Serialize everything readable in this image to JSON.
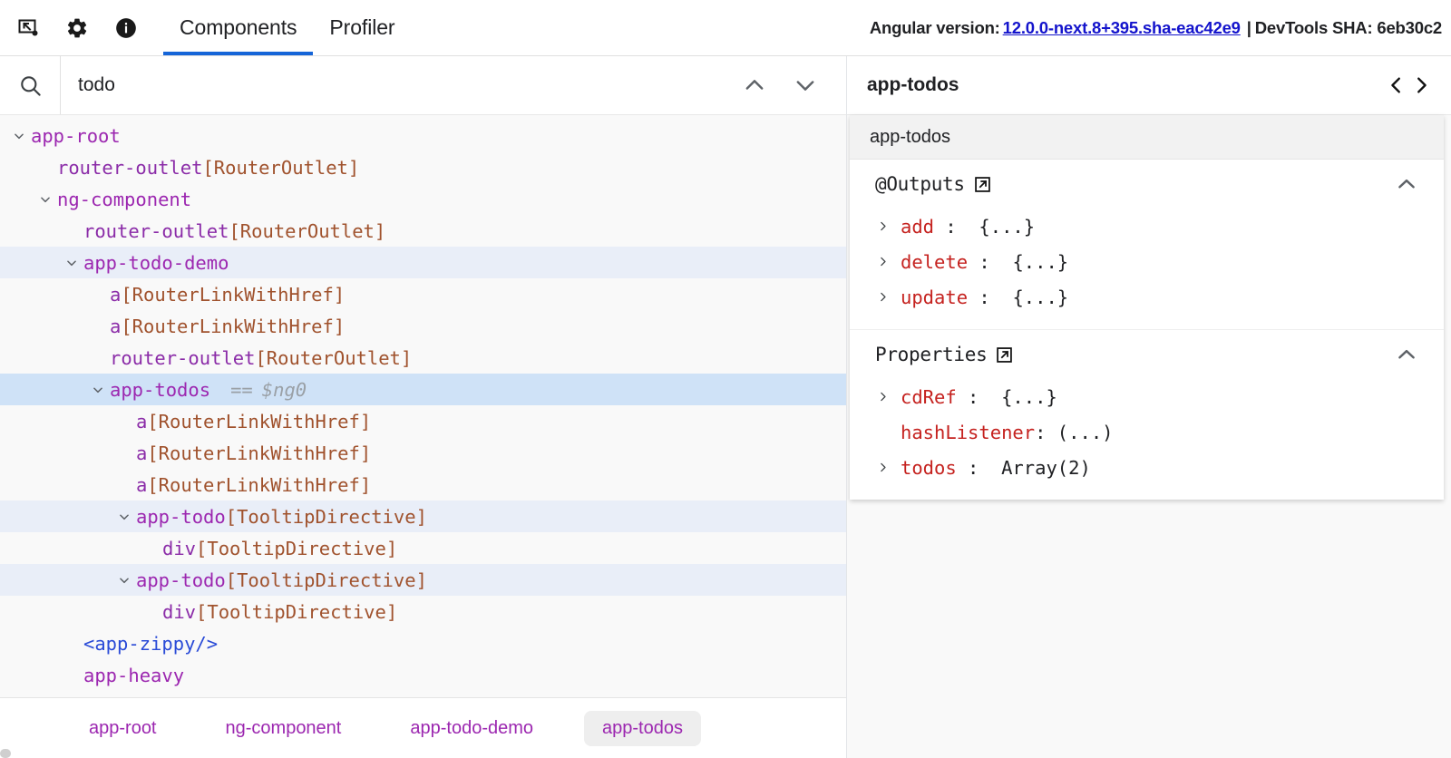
{
  "toolbar": {
    "icons": [
      {
        "name": "inspect-element-icon",
        "label": "Inspect element"
      },
      {
        "name": "gear-icon",
        "label": "Settings"
      },
      {
        "name": "info-icon",
        "label": "Info"
      }
    ],
    "tabs": [
      {
        "label": "Components",
        "active": true
      },
      {
        "label": "Profiler",
        "active": false
      }
    ],
    "version_prefix": "Angular version:",
    "version_value": "12.0.0-next.8+395.sha-eac42e9",
    "version_separator": "|",
    "devtools_sha_label": "DevTools SHA: 6eb30c2",
    "link_color": "#1414cc",
    "active_tab_underline_color": "#1565d8"
  },
  "search": {
    "value": "todo",
    "placeholder": "",
    "prev_label": "Previous match",
    "next_label": "Next match"
  },
  "tree": [
    {
      "indent": 0,
      "toggle": "down",
      "name": "app-root",
      "kind": "comp",
      "state": "normal"
    },
    {
      "indent": 1,
      "toggle": "none",
      "name": "router-outlet",
      "directive": "[RouterOutlet]",
      "kind": "el",
      "state": "normal"
    },
    {
      "indent": 1,
      "toggle": "down",
      "name": "ng-component",
      "kind": "comp",
      "state": "normal"
    },
    {
      "indent": 2,
      "toggle": "none",
      "name": "router-outlet",
      "directive": "[RouterOutlet]",
      "kind": "el",
      "state": "normal"
    },
    {
      "indent": 2,
      "toggle": "down",
      "name": "app-todo-demo",
      "kind": "comp",
      "state": "match"
    },
    {
      "indent": 3,
      "toggle": "none",
      "name": "a",
      "directive": "[RouterLinkWithHref]",
      "kind": "el",
      "state": "normal"
    },
    {
      "indent": 3,
      "toggle": "none",
      "name": "a",
      "directive": "[RouterLinkWithHref]",
      "kind": "el",
      "state": "normal"
    },
    {
      "indent": 3,
      "toggle": "none",
      "name": "router-outlet",
      "directive": "[RouterOutlet]",
      "kind": "el",
      "state": "normal"
    },
    {
      "indent": 3,
      "toggle": "down",
      "name": "app-todos",
      "kind": "comp",
      "state": "selected",
      "eq": "==",
      "ref": "$ng0"
    },
    {
      "indent": 4,
      "toggle": "none",
      "name": "a",
      "directive": "[RouterLinkWithHref]",
      "kind": "el",
      "state": "normal"
    },
    {
      "indent": 4,
      "toggle": "none",
      "name": "a",
      "directive": "[RouterLinkWithHref]",
      "kind": "el",
      "state": "normal"
    },
    {
      "indent": 4,
      "toggle": "none",
      "name": "a",
      "directive": "[RouterLinkWithHref]",
      "kind": "el",
      "state": "normal"
    },
    {
      "indent": 4,
      "toggle": "down",
      "name": "app-todo",
      "directive": "[TooltipDirective]",
      "kind": "comp",
      "state": "match"
    },
    {
      "indent": 5,
      "toggle": "none",
      "name": "div",
      "directive": "[TooltipDirective]",
      "kind": "el",
      "state": "normal"
    },
    {
      "indent": 4,
      "toggle": "down",
      "name": "app-todo",
      "directive": "[TooltipDirective]",
      "kind": "comp",
      "state": "match"
    },
    {
      "indent": 5,
      "toggle": "none",
      "name": "div",
      "directive": "[TooltipDirective]",
      "kind": "el",
      "state": "normal"
    },
    {
      "indent": 2,
      "toggle": "none",
      "name": "<app-zippy/>",
      "kind": "blue",
      "state": "normal"
    },
    {
      "indent": 2,
      "toggle": "none",
      "name": "app-heavy",
      "kind": "comp",
      "state": "normal"
    }
  ],
  "breadcrumbs": [
    {
      "label": "app-root",
      "active": false
    },
    {
      "label": "ng-component",
      "active": false
    },
    {
      "label": "app-todo-demo",
      "active": false
    },
    {
      "label": "app-todos",
      "active": true
    }
  ],
  "properties_panel": {
    "header_title": "app-todos",
    "prev_label": "Previous",
    "next_label": "Next",
    "subheader_title": "app-todos",
    "sections": [
      {
        "title": "@Outputs",
        "collapsed": false,
        "rows": [
          {
            "expandable": true,
            "key": "add",
            "sep": " :  ",
            "value": "{...}"
          },
          {
            "expandable": true,
            "key": "delete",
            "sep": " :  ",
            "value": "{...}"
          },
          {
            "expandable": true,
            "key": "update",
            "sep": " :  ",
            "value": "{...}"
          }
        ]
      },
      {
        "title": "Properties",
        "collapsed": false,
        "rows": [
          {
            "expandable": true,
            "key": "cdRef",
            "sep": " :  ",
            "value": "{...}"
          },
          {
            "expandable": false,
            "key": "hashListener",
            "sep": ": ",
            "value": "(...)"
          },
          {
            "expandable": true,
            "key": "todos",
            "sep": " :  ",
            "value": "Array(2)"
          }
        ]
      }
    ]
  },
  "colors": {
    "component": "#9c27b0",
    "directive": "#a0522d",
    "element_blue": "#2a4bd7",
    "property_key": "#c5221f",
    "selected_row": "#cfe2f7",
    "match_row": "#e9eef8",
    "background": "#f9f9f9"
  }
}
